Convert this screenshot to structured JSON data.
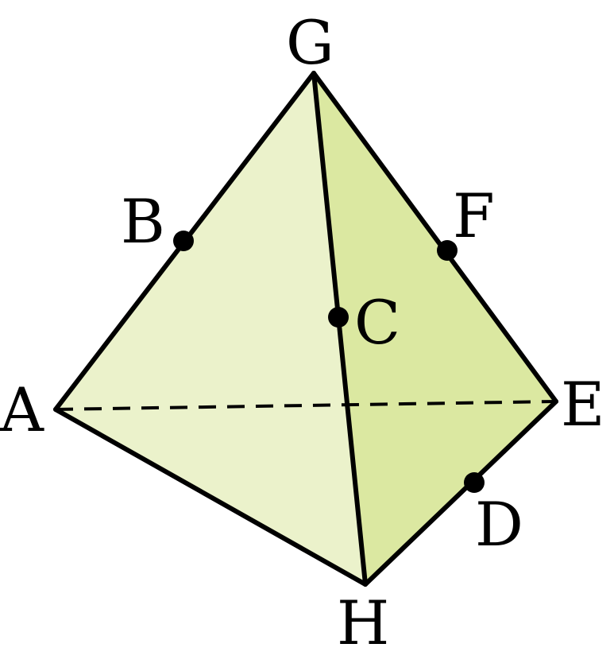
{
  "diagram": {
    "colors": {
      "face_left": "#ebf2cb",
      "face_right": "#dbe8a1",
      "edge": "#000000"
    },
    "labels": {
      "A": "A",
      "B": "B",
      "C": "C",
      "D": "D",
      "E": "E",
      "F": "F",
      "G": "G",
      "H": "H"
    }
  }
}
